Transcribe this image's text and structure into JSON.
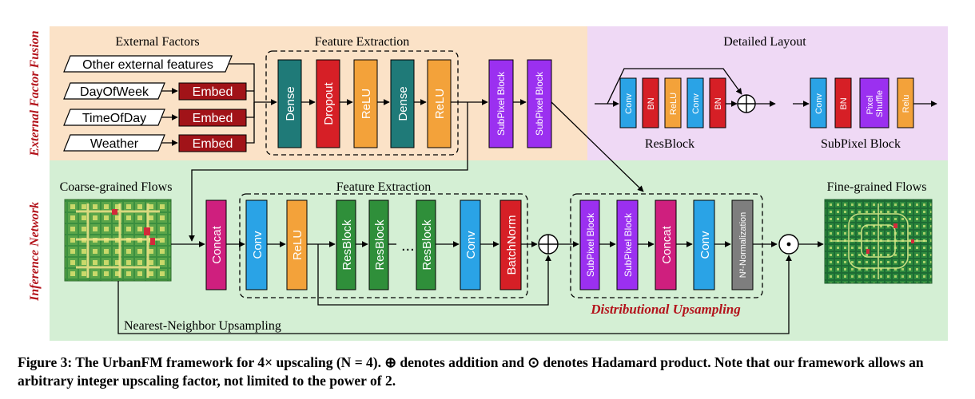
{
  "side_labels": {
    "top": "External Factor Fusion",
    "bottom": "Inference Network"
  },
  "top": {
    "external_factors_title": "External Factors",
    "feature_extraction_title": "Feature Extraction",
    "detailed_layout_title": "Detailed Layout",
    "inputs": [
      "Other external features",
      "DayOfWeek",
      "TimeOfDay",
      "Weather"
    ],
    "embed_label": "Embed",
    "fe_blocks": [
      "Dense",
      "Dropout",
      "ReLU",
      "Dense",
      "ReLU"
    ],
    "subpixel_label": "SubPixel Block",
    "resblock_parts": [
      "Conv",
      "BN",
      "ReLU",
      "Conv",
      "BN"
    ],
    "resblock_title": "ResBlock",
    "subpixel_parts": [
      "Conv",
      "BN",
      "Pixel Shuffle",
      "Relu"
    ],
    "subpixel_title": "SubPixel Block"
  },
  "bottom": {
    "coarse_title": "Coarse-grained Flows",
    "fine_title": "Fine-grained Flows",
    "feature_extraction_title": "Feature Extraction",
    "concat_label": "Concat",
    "fe_blocks": [
      "Conv",
      "ReLU",
      "ResBlock",
      "ResBlock",
      "ResBlock",
      "Conv",
      "BatchNorm"
    ],
    "ellipsis": "...",
    "du_blocks": [
      "SubPixel Block",
      "SubPixel Block",
      "Concat",
      "Conv"
    ],
    "norm_label": "N²-Normalization",
    "du_title": "Distributional Upsampling",
    "nn_label": "Nearest-Neighbor Upsampling"
  },
  "colors": {
    "teal": "#1f7a78",
    "red": "#d61f26",
    "orange": "#f3a23a",
    "purple": "#9b30f0",
    "blue": "#2aa3e6",
    "green": "#2f8f3a",
    "magenta": "#cf1f7e",
    "gray": "#7e7e7e",
    "darkred": "#a11318",
    "top_bg": "#fbe2c7",
    "detail_bg": "#efd9f5",
    "bottom_bg": "#d4efd4"
  },
  "caption": {
    "label": "Figure 3:",
    "text": "The UrbanFM framework for 4× upscaling (N = 4). ⊕ denotes addition and ⊙ denotes Hadamard product. Note that our framework allows an arbitrary integer upscaling factor, not limited to the power of 2."
  }
}
